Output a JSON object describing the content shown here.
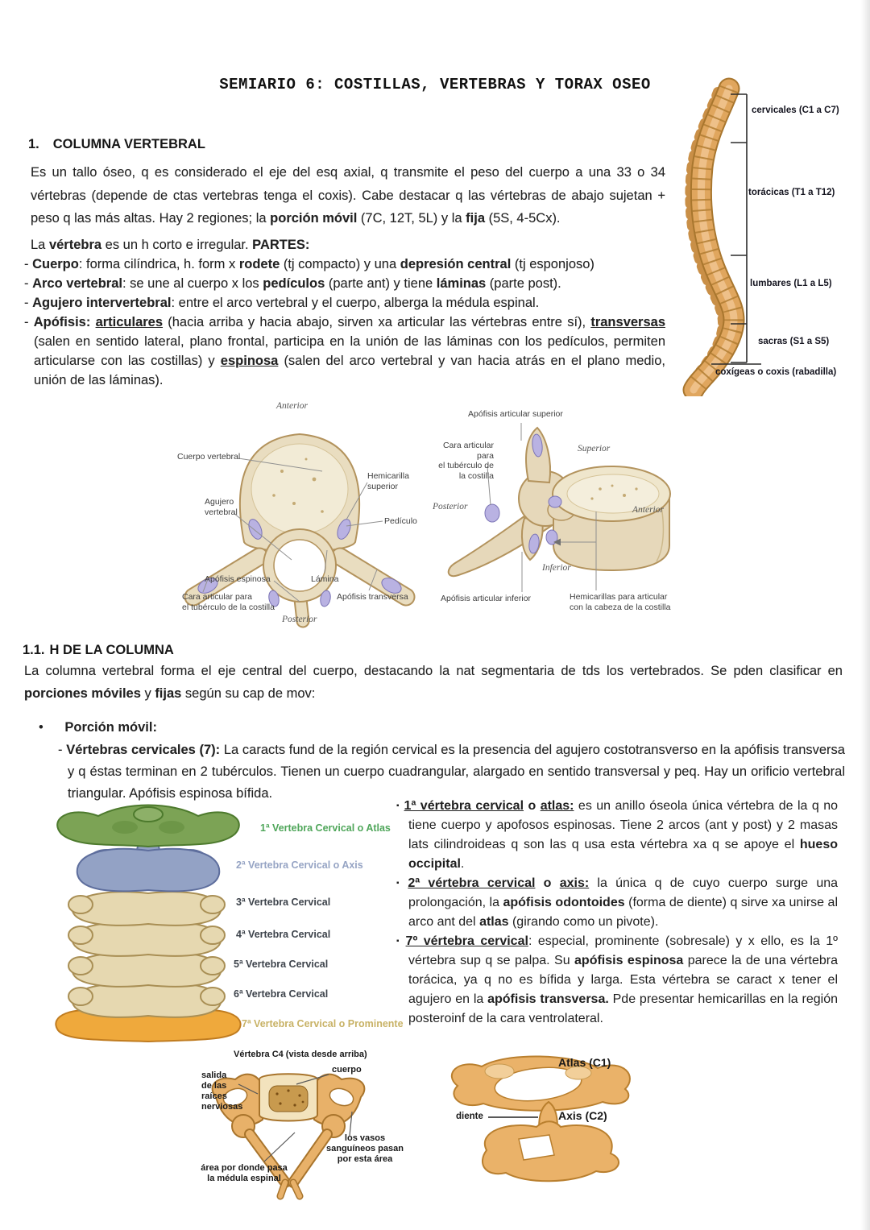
{
  "title": "SEMIARIO 6: COSTILLAS, VERTEBRAS Y TORAX OSEO",
  "bullets": {
    "round": "•",
    "square": "▪"
  },
  "section1": {
    "number": "1.",
    "heading": "COLUMNA VERTEBRAL",
    "intro": [
      {
        "t": "Es un tallo óseo, q es considerado el eje del esq axial, q transmite el peso del cuerpo a una 33 o 34 vértebras (depende de ctas vertebras tenga el coxis). Cabe destacar q las vértebras de abajo sujetan + peso q las más altas. Hay 2 regiones; la "
      },
      {
        "t": "porción móvil",
        "b": true
      },
      {
        "t": " (7C, 12T, 5L) y la "
      },
      {
        "t": "fija",
        "b": true
      },
      {
        "t": " (5S, 4-5Cx)."
      }
    ],
    "partes": [
      {
        "t": "La "
      },
      {
        "t": "vértebra",
        "b": true
      },
      {
        "t": " es un h corto e irregular. "
      },
      {
        "t": "PARTES:",
        "b": true
      }
    ],
    "items": [
      [
        {
          "t": "- "
        },
        {
          "t": "Cuerpo",
          "b": true
        },
        {
          "t": ": forma cilíndrica, h. form x "
        },
        {
          "t": "rodete",
          "b": true
        },
        {
          "t": " (tj compacto) y una "
        },
        {
          "t": "depresión central",
          "b": true
        },
        {
          "t": " (tj esponjoso)"
        }
      ],
      [
        {
          "t": "- "
        },
        {
          "t": "Arco vertebral",
          "b": true
        },
        {
          "t": ": se une al cuerpo x los "
        },
        {
          "t": "pedículos",
          "b": true
        },
        {
          "t": " (parte ant) y tiene "
        },
        {
          "t": "láminas",
          "b": true
        },
        {
          "t": " (parte post)."
        }
      ],
      [
        {
          "t": "- "
        },
        {
          "t": "Agujero intervertebral",
          "b": true
        },
        {
          "t": ": entre el arco vertebral y el cuerpo, alberga la médula espinal."
        }
      ],
      [
        {
          "t": "- "
        },
        {
          "t": "Apófisis: ",
          "b": true
        },
        {
          "t": "articulares",
          "b": true,
          "u": true
        },
        {
          "t": " (hacia arriba y hacia abajo, sirven xa articular las vértebras entre sí), "
        },
        {
          "t": "transversas",
          "b": true,
          "u": true
        },
        {
          "t": " (salen en sentido lateral, plano frontal, participa en la unión de las láminas con los pedículos, permiten articularse con las costillas) y "
        },
        {
          "t": "espinosa",
          "b": true,
          "u": true
        },
        {
          "t": " (salen del arco vertebral y van hacia atrás en el plano medio, unión de las láminas)."
        }
      ]
    ]
  },
  "spine_figure": {
    "labels": [
      "cervicales (C1 a C7)",
      "torácicas (T1 a T12)",
      "lumbares (L1 a L5)",
      "sacras (S1 a S5)",
      "coxígeas o coxis (rabadilla)"
    ]
  },
  "vertebra_top": {
    "anterior": "Anterior",
    "cuerpo": "Cuerpo vertebral",
    "agujero": "Agujero\nvertebral",
    "espinosa": "Apófisis espinosa",
    "cara": "Cara articular para\nel tubérculo de la costilla",
    "posterior": "Posterior",
    "lamina": "Lámina",
    "transversa": "Apófisis transversa",
    "pediculo": "Pedículo",
    "hemicarilla": "Hemicarilla superior"
  },
  "vertebra_side": {
    "art_sup": "Apófisis articular superior",
    "cara": "Cara articular para\nel tubérculo de la costilla",
    "superior": "Superior",
    "posterior": "Posterior",
    "anterior": "Anterior",
    "inferior": "Inferior",
    "art_inf": "Apófisis articular inferior",
    "hemicarillas": "Hemicarillas para articular\ncon la cabeza de la costilla"
  },
  "section11": {
    "number": "1.1.",
    "heading": "H DE LA COLUMNA",
    "intro": [
      {
        "t": "La columna vertebral forma el eje central del cuerpo, destacando la nat segmentaria de tds los vertebrados. Se pden clasificar en "
      },
      {
        "t": "porciones móviles",
        "b": true
      },
      {
        "t": " y "
      },
      {
        "t": "fijas",
        "b": true
      },
      {
        "t": " según su cap de mov:"
      }
    ],
    "porcion_movil": "Porción móvil:",
    "cervicales": [
      {
        "t": "- "
      },
      {
        "t": "Vértebras cervicales (7):",
        "b": true
      },
      {
        "t": " La caracts fund de la región cervical es la presencia del agujero costotransverso en la apófisis transversa y q éstas terminan en 2 tubérculos. Tienen un cuerpo cuadrangular, alargado en sentido transversal y peq. Hay un orificio vertebral triangular. Apófisis espinosa bífida."
      }
    ],
    "sub_bullets": [
      [
        {
          "t": "1ª vértebra cervical",
          "b": true,
          "u": true
        },
        {
          "t": " o ",
          "b": true
        },
        {
          "t": "atlas:",
          "b": true,
          "u": true
        },
        {
          "t": " es un anillo óseola única vértebra de la q no tiene cuerpo y apofosos espinosas. Tiene 2 arcos (ant y post) y 2 masas lats cilindroideas q son las q usa esta vértebra xa q se apoye el "
        },
        {
          "t": "hueso occipital",
          "b": true
        },
        {
          "t": "."
        }
      ],
      [
        {
          "t": "2ª vértebra cervical",
          "b": true,
          "u": true
        },
        {
          "t": " o ",
          "b": true
        },
        {
          "t": "axis:",
          "b": true,
          "u": true
        },
        {
          "t": " la única q de cuyo cuerpo surge una prolongación, la "
        },
        {
          "t": "apófisis odontoides",
          "b": true
        },
        {
          "t": " (forma de diente) q sirve xa unirse al arco ant del "
        },
        {
          "t": "atlas",
          "b": true
        },
        {
          "t": " (girando como un pivote)."
        }
      ],
      [
        {
          "t": "7º vértebra cervical",
          "b": true,
          "u": true
        },
        {
          "t": ": especial, prominente (sobresale) y x ello, es la 1º vértebra sup q se palpa. Su "
        },
        {
          "t": "apófisis espinosa",
          "b": true
        },
        {
          "t": " parece la de una vértebra torácica, ya q no es bífida y larga. Esta vértebra se caract x tener el agujero en la "
        },
        {
          "t": "apófisis transversa.",
          "b": true
        },
        {
          "t": " Pde presentar hemicarillas en la región posteroinf de la cara ventrolateral."
        }
      ]
    ]
  },
  "cervical_stack": {
    "labels": [
      {
        "text": "1ª Vertebra Cervical o Atlas",
        "color": "#4fa65a"
      },
      {
        "text": "2ª Vertebra Cervical o Axis",
        "color": "#96a4c4"
      },
      {
        "text": "3ª Vertebra Cervical",
        "color": "#3d434b"
      },
      {
        "text": "4ª Vertebra Cervical",
        "color": "#3d434b"
      },
      {
        "text": "5ª Vertebra Cervical",
        "color": "#3d434b"
      },
      {
        "text": "6ª Vertebra Cervical",
        "color": "#3d434b"
      },
      {
        "text": "7ª Vertebra Cervical o Prominente",
        "color": "#c8b266"
      }
    ]
  },
  "c4_figure": {
    "title": "Vértebra C4 (vista desde arriba)",
    "salida": "salida\nde las\nraíces\nnerviosas",
    "cuerpo": "cuerpo",
    "vasos": "los vasos\nsanguíneos pasan\npor esta área",
    "medula": "área por donde pasa\nla médula espinal"
  },
  "atlas_axis": {
    "atlas": "Atlas (C1)",
    "diente": "diente",
    "axis": "Axis (C2)"
  }
}
